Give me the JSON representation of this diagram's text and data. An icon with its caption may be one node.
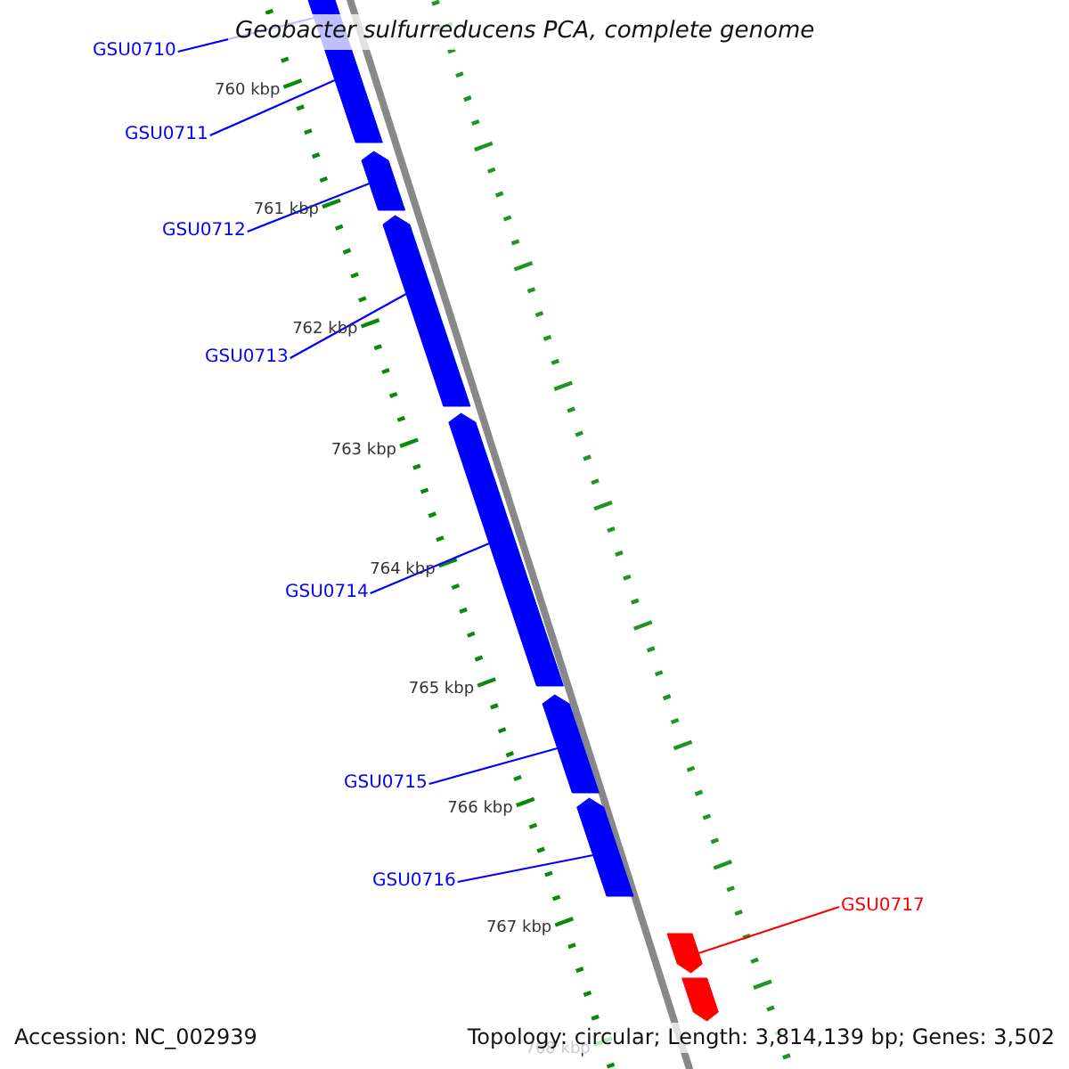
{
  "diagram": {
    "title": "Geobacter sulfurreducens PCA, complete genome",
    "nodes": [
      {
        "text": [
          "GSU0710"
        ]
      },
      {
        "text": [
          "GSU0711"
        ]
      },
      {
        "text": [
          "GSU0712"
        ]
      },
      {
        "text": [
          "GSU0713"
        ]
      },
      {
        "text": [
          "GSU0714"
        ]
      },
      {
        "text": [
          "GSU0715"
        ]
      },
      {
        "text": [
          "GSU0716"
        ]
      },
      {
        "text": [
          "GSU0717"
        ]
      },
      {
        "text": [],
        "shape": "bar"
      },
      {
        "text": [],
        "shape": "bar"
      },
      {
        "text": [],
        "shape": "bar"
      },
      {
        "text": [],
        "shape": "bar"
      },
      {
        "text": [],
        "shape": "bar"
      },
      {
        "text": [],
        "shape": "bar"
      },
      {
        "text": [],
        "shape": "bar"
      },
      {
        "text": [],
        "shape": "bar"
      }
    ],
    "edges": [
      {
        "from": 0,
        "to": 8,
        "arrow": "none"
      },
      {
        "from": 1,
        "to": 8,
        "arrow": "none"
      },
      {
        "from": 2,
        "to": 9,
        "arrow": "none"
      },
      {
        "from": 3,
        "to": 10,
        "arrow": "none"
      },
      {
        "from": 4,
        "to": 11,
        "arrow": "none"
      },
      {
        "from": 5,
        "to": 12,
        "arrow": "none"
      },
      {
        "from": 6,
        "to": 13,
        "arrow": "none"
      },
      {
        "from": 7,
        "to": 14,
        "arrow": "none",
        "color": "#ff0000"
      }
    ],
    "labels": [
      "760 kbp",
      "761 kbp",
      "762 kbp",
      "763 kbp",
      "764 kbp",
      "765 kbp",
      "766 kbp",
      "767 kbp",
      "768 kbp",
      "Accession: NC_002939",
      "Topology: circular; Length: 3,814,139 bp; Genes: 3,502"
    ]
  }
}
